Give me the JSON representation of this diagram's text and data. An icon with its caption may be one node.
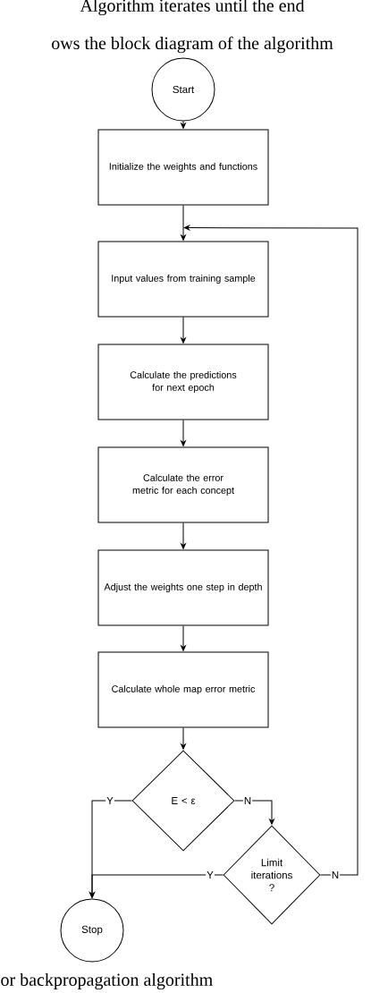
{
  "diagram": {
    "caption": "or backpropagation algorithm",
    "nodes": [
      {
        "text": [
          "Start"
        ]
      },
      {
        "text": [
          "Initialize the weights and functions"
        ]
      },
      {
        "text": [
          "Input values from training sample"
        ]
      },
      {
        "text": [
          "Calculate the predictions for next epoch"
        ]
      },
      {
        "text": [
          "Calculate the error metric for each concept"
        ]
      },
      {
        "text": [
          "Adjust the weights one step in depth"
        ]
      },
      {
        "text": [
          "Calculate whole map error metric"
        ]
      },
      {
        "text": [
          "E < ε"
        ]
      },
      {
        "text": [
          "Limit iterations ?"
        ]
      },
      {
        "text": [
          "Stop"
        ]
      }
    ],
    "edges": [
      {
        "from": 0,
        "to": 1,
        "arrow": "to"
      },
      {
        "from": 1,
        "to": 2,
        "arrow": "to"
      },
      {
        "from": 2,
        "to": 3,
        "arrow": "to"
      },
      {
        "from": 3,
        "to": 4,
        "arrow": "to"
      },
      {
        "from": 4,
        "to": 5,
        "arrow": "to"
      },
      {
        "from": 5,
        "to": 6,
        "arrow": "to"
      },
      {
        "from": 6,
        "to": 7,
        "arrow": "to"
      },
      {
        "from": 7,
        "to": 9,
        "arrow": "to",
        "label": "Y"
      },
      {
        "from": 7,
        "to": 8,
        "arrow": "to",
        "label": "N"
      },
      {
        "from": 8,
        "to": 9,
        "arrow": "to",
        "label": "Y"
      },
      {
        "from": 8,
        "to": 2,
        "arrow": "to",
        "label": "N"
      }
    ],
    "labels": [
      "Algorithm iterates until the end",
      "ows the block diagram of the algorithm"
    ]
  }
}
